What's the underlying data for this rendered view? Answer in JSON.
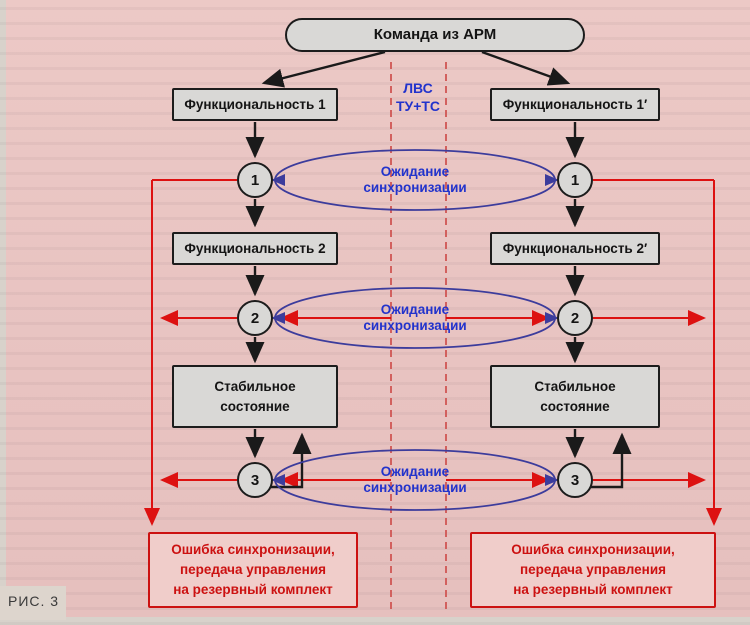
{
  "figure": {
    "caption": "РИС. 3",
    "command_box": "Команда из АРМ",
    "lan_label": "ЛВС\nТУ+ТС",
    "sync_label": "Ожидание\nсинхронизации",
    "left": {
      "func1": "Функциональность 1",
      "func2": "Функциональность 2",
      "stable": "Стабильное\nсостояние",
      "error": "Ошибка синхронизации,\nпередача управления\nна резервный комплект",
      "circle1": "1",
      "circle2": "2",
      "circle3": "3"
    },
    "right": {
      "func1": "Функциональность 1′",
      "func2": "Функциональность 2′",
      "stable": "Стабильное\nсостояние",
      "error": "Ошибка синхронизации,\nпередача управления\nна резервный комплект",
      "circle1": "1",
      "circle2": "2",
      "circle3": "3"
    },
    "colors": {
      "red": "#cc1111",
      "blue": "#2233cc",
      "box_fill": "#d9d8d6",
      "page_pink": "#ecc9c6"
    }
  }
}
